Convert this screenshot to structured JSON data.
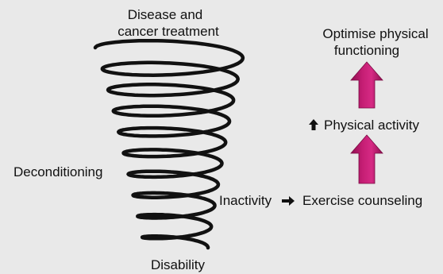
{
  "spiral_labels": {
    "top_line1": "Disease and",
    "top_line2": "cancer treatment",
    "middle": "Deconditioning",
    "bottom": "Disability"
  },
  "pathway": {
    "step1": "Inactivity",
    "step2": "Exercise counseling",
    "step3": "Physical activity",
    "goal_line1": "Optimise physical",
    "goal_line2": "functioning"
  },
  "colors": {
    "background": "#e9e9e9",
    "spiral": "#111111",
    "arrow_fill": "#c41d73",
    "arrow_shade": "#8e0f4f",
    "text": "#111111"
  },
  "icons": {
    "right_arrow": "right-arrow-icon",
    "up_arrow": "up-arrow-icon"
  }
}
